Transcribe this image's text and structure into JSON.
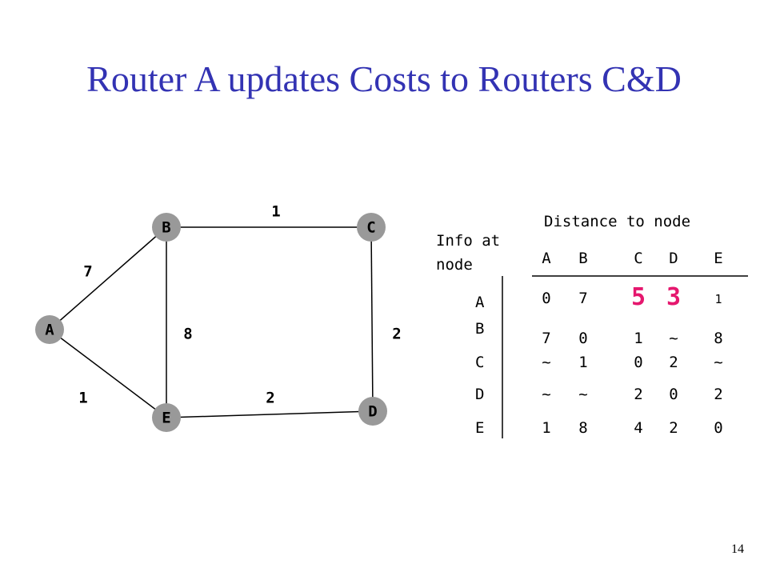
{
  "title": "Router A updates Costs to Routers C&D",
  "slide_number": "14",
  "graph": {
    "nodes": [
      {
        "id": "A",
        "label": "A",
        "color": "#999999"
      },
      {
        "id": "B",
        "label": "B",
        "color": "#999999"
      },
      {
        "id": "C",
        "label": "C",
        "color": "#999999"
      },
      {
        "id": "D",
        "label": "D",
        "color": "#999999"
      },
      {
        "id": "E",
        "label": "E",
        "color": "#999999"
      }
    ],
    "edges": [
      {
        "from": "A",
        "to": "B",
        "cost": "7"
      },
      {
        "from": "B",
        "to": "C",
        "cost": "1"
      },
      {
        "from": "B",
        "to": "E",
        "cost": "8"
      },
      {
        "from": "C",
        "to": "D",
        "cost": "2"
      },
      {
        "from": "E",
        "to": "D",
        "cost": "2"
      },
      {
        "from": "A",
        "to": "E",
        "cost": "1"
      }
    ]
  },
  "table": {
    "distance_header": "Distance to node",
    "info_header_line1": "Info at",
    "info_header_line2": "node",
    "columns": [
      "A",
      "B",
      "C",
      "D",
      "E"
    ],
    "rows": [
      {
        "node": "A",
        "values": [
          "0",
          "7",
          "5",
          "3",
          "1"
        ],
        "highlight": [
          false,
          false,
          true,
          true,
          false
        ]
      },
      {
        "node": "B",
        "values": [
          "7",
          "0",
          "1",
          "~",
          "8"
        ],
        "highlight": [
          false,
          false,
          false,
          false,
          false
        ]
      },
      {
        "node": "C",
        "values": [
          "~",
          "1",
          "0",
          "2",
          "~"
        ],
        "highlight": [
          false,
          false,
          false,
          false,
          false
        ]
      },
      {
        "node": "D",
        "values": [
          "~",
          "~",
          "2",
          "0",
          "2"
        ],
        "highlight": [
          false,
          false,
          false,
          false,
          false
        ]
      },
      {
        "node": "E",
        "values": [
          "1",
          "8",
          "4",
          "2",
          "0"
        ],
        "highlight": [
          false,
          false,
          false,
          false,
          false
        ]
      }
    ],
    "highlight_color": "#e5176e"
  }
}
